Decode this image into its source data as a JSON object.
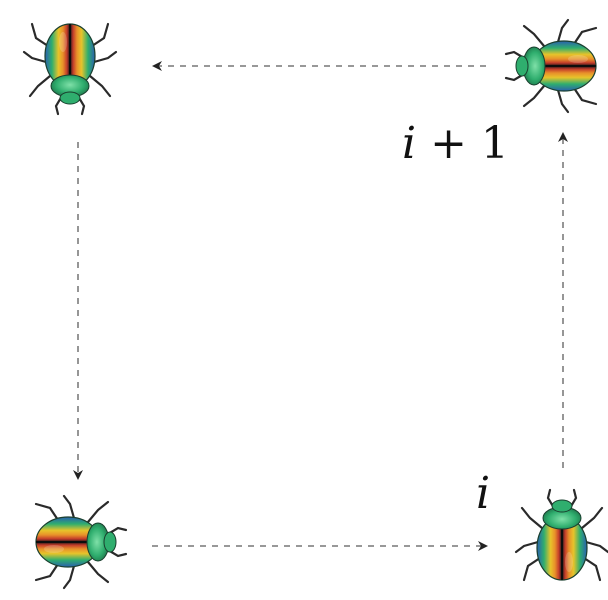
{
  "labels": {
    "top_right": {
      "var": "i",
      "rest": " + 1"
    },
    "bottom_right": {
      "var": "i"
    }
  },
  "colors": {
    "arrow": "#8a8a8a",
    "arrowhead": "#222222",
    "beetle_green": "#2fae6e",
    "beetle_blue": "#2a5fb0",
    "beetle_orange": "#e8902a",
    "beetle_red": "#c23a2a",
    "beetle_black": "#161616"
  },
  "nodes": [
    {
      "id": "top-left",
      "orientation": "head-down",
      "icon": "beetle-icon"
    },
    {
      "id": "top-right",
      "orientation": "head-left",
      "icon": "beetle-icon"
    },
    {
      "id": "bottom-left",
      "orientation": "head-right",
      "icon": "beetle-icon"
    },
    {
      "id": "bottom-right",
      "orientation": "head-up",
      "icon": "beetle-icon"
    }
  ],
  "edges": [
    {
      "from": "bottom-left",
      "to": "bottom-right"
    },
    {
      "from": "bottom-right",
      "to": "top-right"
    },
    {
      "from": "top-right",
      "to": "top-left"
    },
    {
      "from": "top-left",
      "to": "bottom-left"
    }
  ]
}
